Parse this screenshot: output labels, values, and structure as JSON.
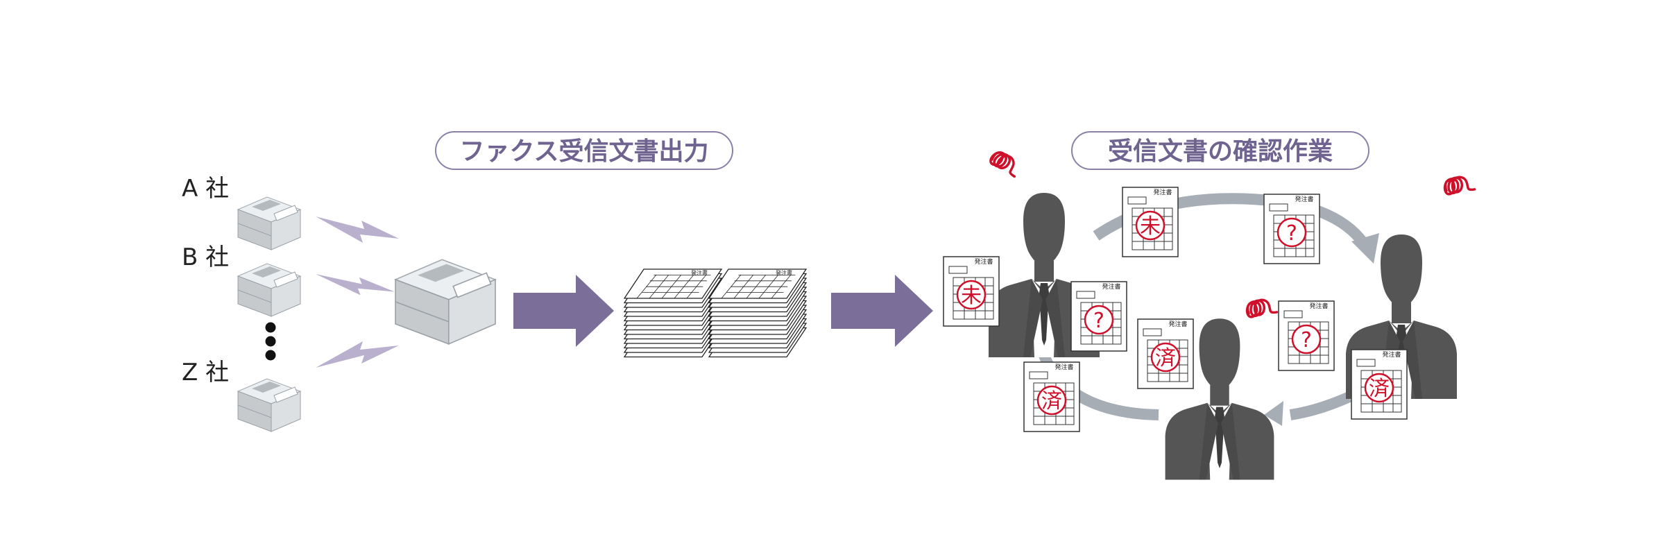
{
  "section_labels": {
    "fax_output": "ファクス受信文書出力",
    "confirmation": "受信文書の確認作業"
  },
  "companies": [
    "A 社",
    "B 社",
    "Z 社"
  ],
  "document": {
    "header": "発注書"
  },
  "stamps": {
    "unfinished": "未",
    "question": "?",
    "done": "済"
  },
  "colors": {
    "accent_purple": "#7b6e99",
    "pill_border": "#8a80a8",
    "pill_text": "#6f6390",
    "cycle_arrow": "#a7adb5",
    "stamp_red": "#d0102a",
    "person": "#555555"
  },
  "icons": [
    "fax-machine-icon",
    "lightning-icon",
    "paper-stack-icon",
    "businessman-icon",
    "order-form-icon",
    "stress-scribble-icon"
  ]
}
